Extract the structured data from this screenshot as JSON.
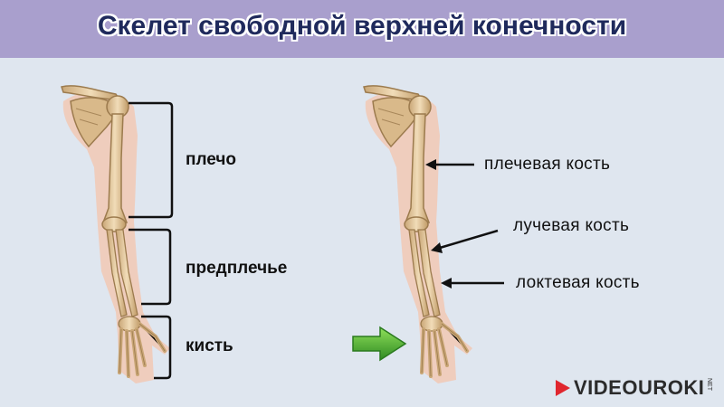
{
  "title": "Скелет свободной верхней конечности",
  "left_labels": {
    "shoulder": "плечо",
    "forearm": "предплечье",
    "hand": "кисть"
  },
  "right_labels": {
    "humerus": "плечевая кость",
    "radius": "лучевая кость",
    "ulna": "локтевая кость"
  },
  "logo": {
    "text": "VIDEOUROKI",
    "suffix": "NET"
  },
  "colors": {
    "title_bar": "#a99fcd",
    "title_text": "#1f2a5c",
    "background": "#dfe6ef",
    "skin": "#f2c8b4",
    "bone": "#e8cfa3",
    "bone_outline": "#9c7b4e",
    "arrow_green": "#3aa52b",
    "logo_red": "#e0262e"
  },
  "icons": [
    "arm-skeleton-illustration",
    "green-arrow-icon",
    "logo-icon"
  ]
}
